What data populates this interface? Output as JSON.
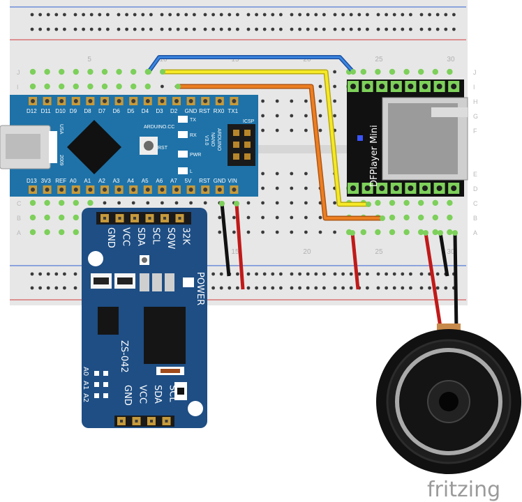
{
  "breadboard": {
    "row_letters_top": [
      "J",
      "I",
      "H",
      "G",
      "F"
    ],
    "row_letters_bottom": [
      "E",
      "D",
      "C",
      "B",
      "A"
    ],
    "column_numbers": [
      "5",
      "10",
      "15",
      "20",
      "25",
      "30"
    ]
  },
  "arduino": {
    "top_pins": [
      "D12",
      "D11",
      "D10",
      "D9",
      "D8",
      "D7",
      "D6",
      "D5",
      "D4",
      "D3",
      "D2",
      "GND",
      "RST",
      "RX0",
      "TX1"
    ],
    "bottom_pins": [
      "D13",
      "3V3",
      "REF",
      "A0",
      "A1",
      "A2",
      "A3",
      "A4",
      "A5",
      "A6",
      "A7",
      "5V",
      "RST",
      "GND",
      "VIN"
    ],
    "brand": "ARDUINO.CC",
    "model": "ARDUINO",
    "model2": "NANO",
    "version": "V3.0",
    "usb_label": "USA",
    "year": "2009",
    "icsp": "ICSP",
    "rst_label": "RST",
    "led_tx": "TX",
    "led_rx": "RX",
    "led_pwr": "PWR",
    "led_l": "L"
  },
  "dfplayer": {
    "label": "DFPlayer Mini"
  },
  "rtc": {
    "top_pins": [
      "GND",
      "VCC",
      "SDA",
      "SCL",
      "SQW",
      "32K"
    ],
    "bottom_pins": [
      "GND",
      "VCC",
      "SDA",
      "SCL"
    ],
    "model": "ZS-042",
    "power_label": "POWER",
    "addr_labels": [
      "A0",
      "A1",
      "A2"
    ]
  },
  "logo": {
    "text": "fritzing"
  },
  "colors": {
    "breadboard": "#e8e8e8",
    "hole": "#3a3a3a",
    "green_hole": "#7dd05a",
    "rail_red": "#d23a3a",
    "rail_blue": "#2f5fd0",
    "arduino_pcb": "#1e72a8",
    "dfplayer_pcb": "#111111",
    "rtc_pcb": "#1e4e84",
    "wire_yellow": "#f2e21b",
    "wire_orange": "#e2741a",
    "wire_blue": "#2a6fc4",
    "wire_red": "#d6211f",
    "wire_black": "#1d1d1d",
    "speaker": "#151515"
  }
}
